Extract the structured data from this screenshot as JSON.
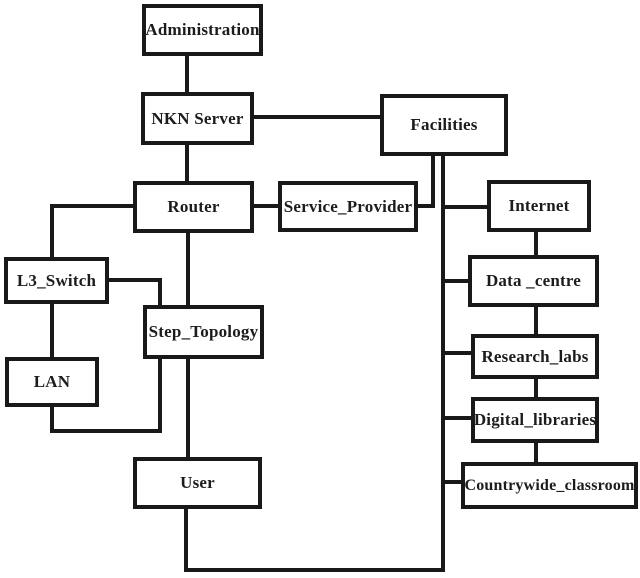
{
  "diagram": {
    "type": "block-diagram",
    "description": "Network topology block diagram with rectangular nodes connected by orthogonal black lines",
    "colors": {
      "background": "#ffffff",
      "line": "#191919",
      "node_border": "#191919",
      "node_fill": "#ffffff",
      "text": "#1c1c1c"
    },
    "nodes": {
      "administration": "Administration",
      "nkn_server": "NKN Server",
      "facilities": "Facilities",
      "router": "Router",
      "service_provider": "Service_Provider",
      "internet": "Internet",
      "l3_switch": "L3_Switch",
      "step_topology": "Step_Topology",
      "data_centre": "Data _centre",
      "lan": "LAN",
      "research_labs": "Research_labs",
      "digital_libraries": "Digital_libraries",
      "user": "User",
      "countrywide_classroom": "Countrywide_classroom"
    },
    "edges": [
      {
        "from": "administration",
        "to": "nkn_server"
      },
      {
        "from": "nkn_server",
        "to": "router"
      },
      {
        "from": "nkn_server",
        "to": "facilities"
      },
      {
        "from": "router",
        "to": "l3_switch"
      },
      {
        "from": "router",
        "to": "service_provider"
      },
      {
        "from": "router",
        "to": "step_topology"
      },
      {
        "from": "service_provider",
        "to": "facilities"
      },
      {
        "from": "facilities",
        "to": "internet"
      },
      {
        "from": "facilities",
        "to": "data_centre"
      },
      {
        "from": "facilities",
        "to": "research_labs"
      },
      {
        "from": "facilities",
        "to": "digital_libraries"
      },
      {
        "from": "facilities",
        "to": "countrywide_classroom"
      },
      {
        "from": "facilities",
        "to": "user"
      },
      {
        "from": "internet",
        "to": "data_centre"
      },
      {
        "from": "data_centre",
        "to": "research_labs"
      },
      {
        "from": "research_labs",
        "to": "digital_libraries"
      },
      {
        "from": "digital_libraries",
        "to": "countrywide_classroom"
      },
      {
        "from": "l3_switch",
        "to": "lan"
      },
      {
        "from": "l3_switch",
        "to": "step_topology"
      },
      {
        "from": "lan",
        "to": "step_topology"
      },
      {
        "from": "step_topology",
        "to": "user"
      }
    ]
  }
}
